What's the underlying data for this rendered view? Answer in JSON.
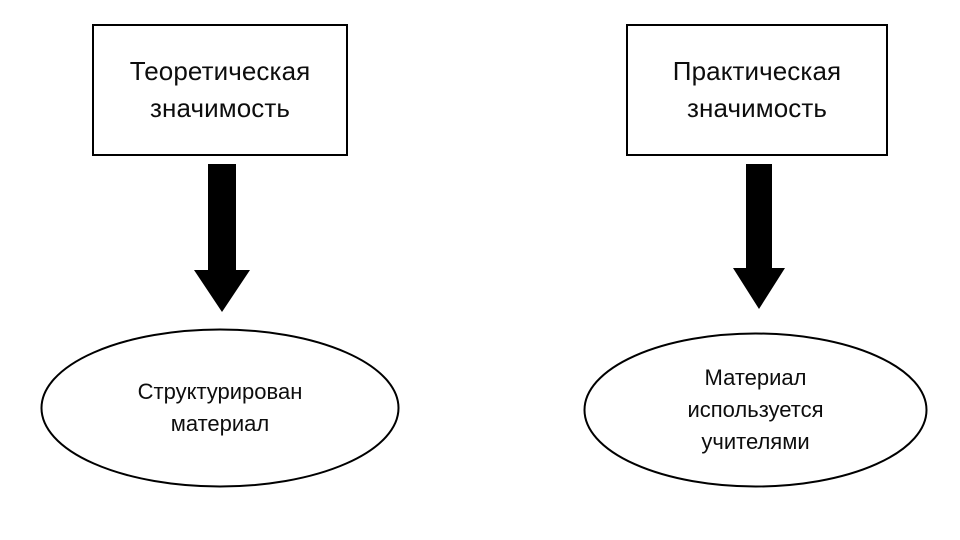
{
  "diagram": {
    "background_color": "#ffffff",
    "stroke_color": "#000000",
    "text_color": "#0d0d0d",
    "nodes": {
      "theoretical_significance": {
        "shape": "rectangle",
        "label": "Теоретическая\nзначимость"
      },
      "practical_significance": {
        "shape": "rectangle",
        "label": "Практическая\nзначимость"
      },
      "structured_material": {
        "shape": "ellipse",
        "label": "Структурирован\nматериал"
      },
      "material_used_by_teachers": {
        "shape": "ellipse",
        "label": "Материал\nиспользуется\nучителями"
      }
    },
    "connectors": [
      {
        "name": "arrow-theoretical-to-structured",
        "type": "block-arrow",
        "direction": "down",
        "from": "theoretical_significance",
        "to": "structured_material",
        "fill": "#000000"
      },
      {
        "name": "arrow-practical-to-used",
        "type": "block-arrow",
        "direction": "down",
        "from": "practical_significance",
        "to": "material_used_by_teachers",
        "fill": "#000000"
      }
    ]
  }
}
